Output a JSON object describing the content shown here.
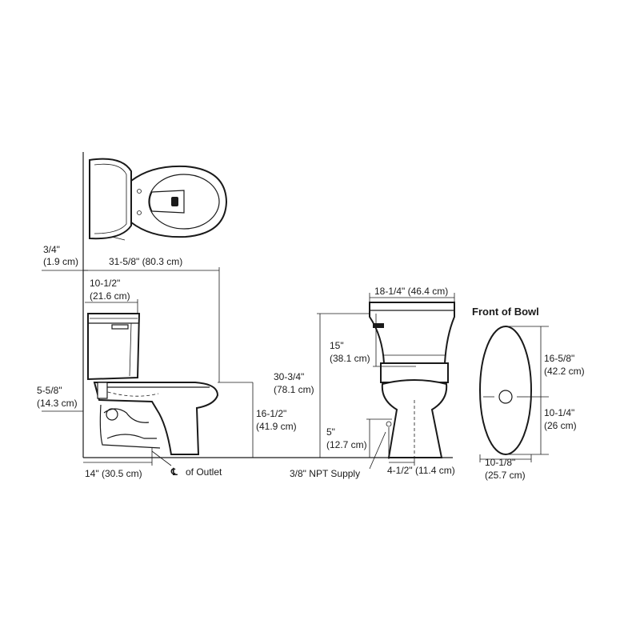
{
  "dimensions": {
    "wall_clearance_in": "3/4\"",
    "wall_clearance_cm": "(1.9 cm)",
    "overall_length": "31-5/8\" (80.3 cm)",
    "tank_depth_in": "10-1/2\"",
    "tank_depth_cm": "(21.6 cm)",
    "supply_height_in": "5-5/8\"",
    "supply_height_cm": "(14.3 cm)",
    "rough_in": "14\" (30.5 cm)",
    "outlet_label": "of Outlet",
    "rim_height_in": "16-1/2\"",
    "rim_height_cm": "(41.9 cm)",
    "overall_height_in": "30-3/4\"",
    "overall_height_cm": "(78.1 cm)",
    "tank_width": "18-1/4\" (46.4 cm)",
    "tank_height_in": "15\"",
    "tank_height_cm": "(38.1 cm)",
    "supply_floor_in": "5\"",
    "supply_floor_cm": "(12.7 cm)",
    "supply_type": "3/8\" NPT Supply",
    "supply_offset": "4-1/2\" (11.4 cm)",
    "front_of_bowl": "Front of Bowl",
    "bowl_length_in": "16-5/8\"",
    "bowl_length_cm": "(42.2 cm)",
    "bowl_rear_in": "10-1/4\"",
    "bowl_rear_cm": "(26 cm)",
    "bowl_width_in": "10-1/8\"",
    "bowl_width_cm": "(25.7 cm)"
  }
}
